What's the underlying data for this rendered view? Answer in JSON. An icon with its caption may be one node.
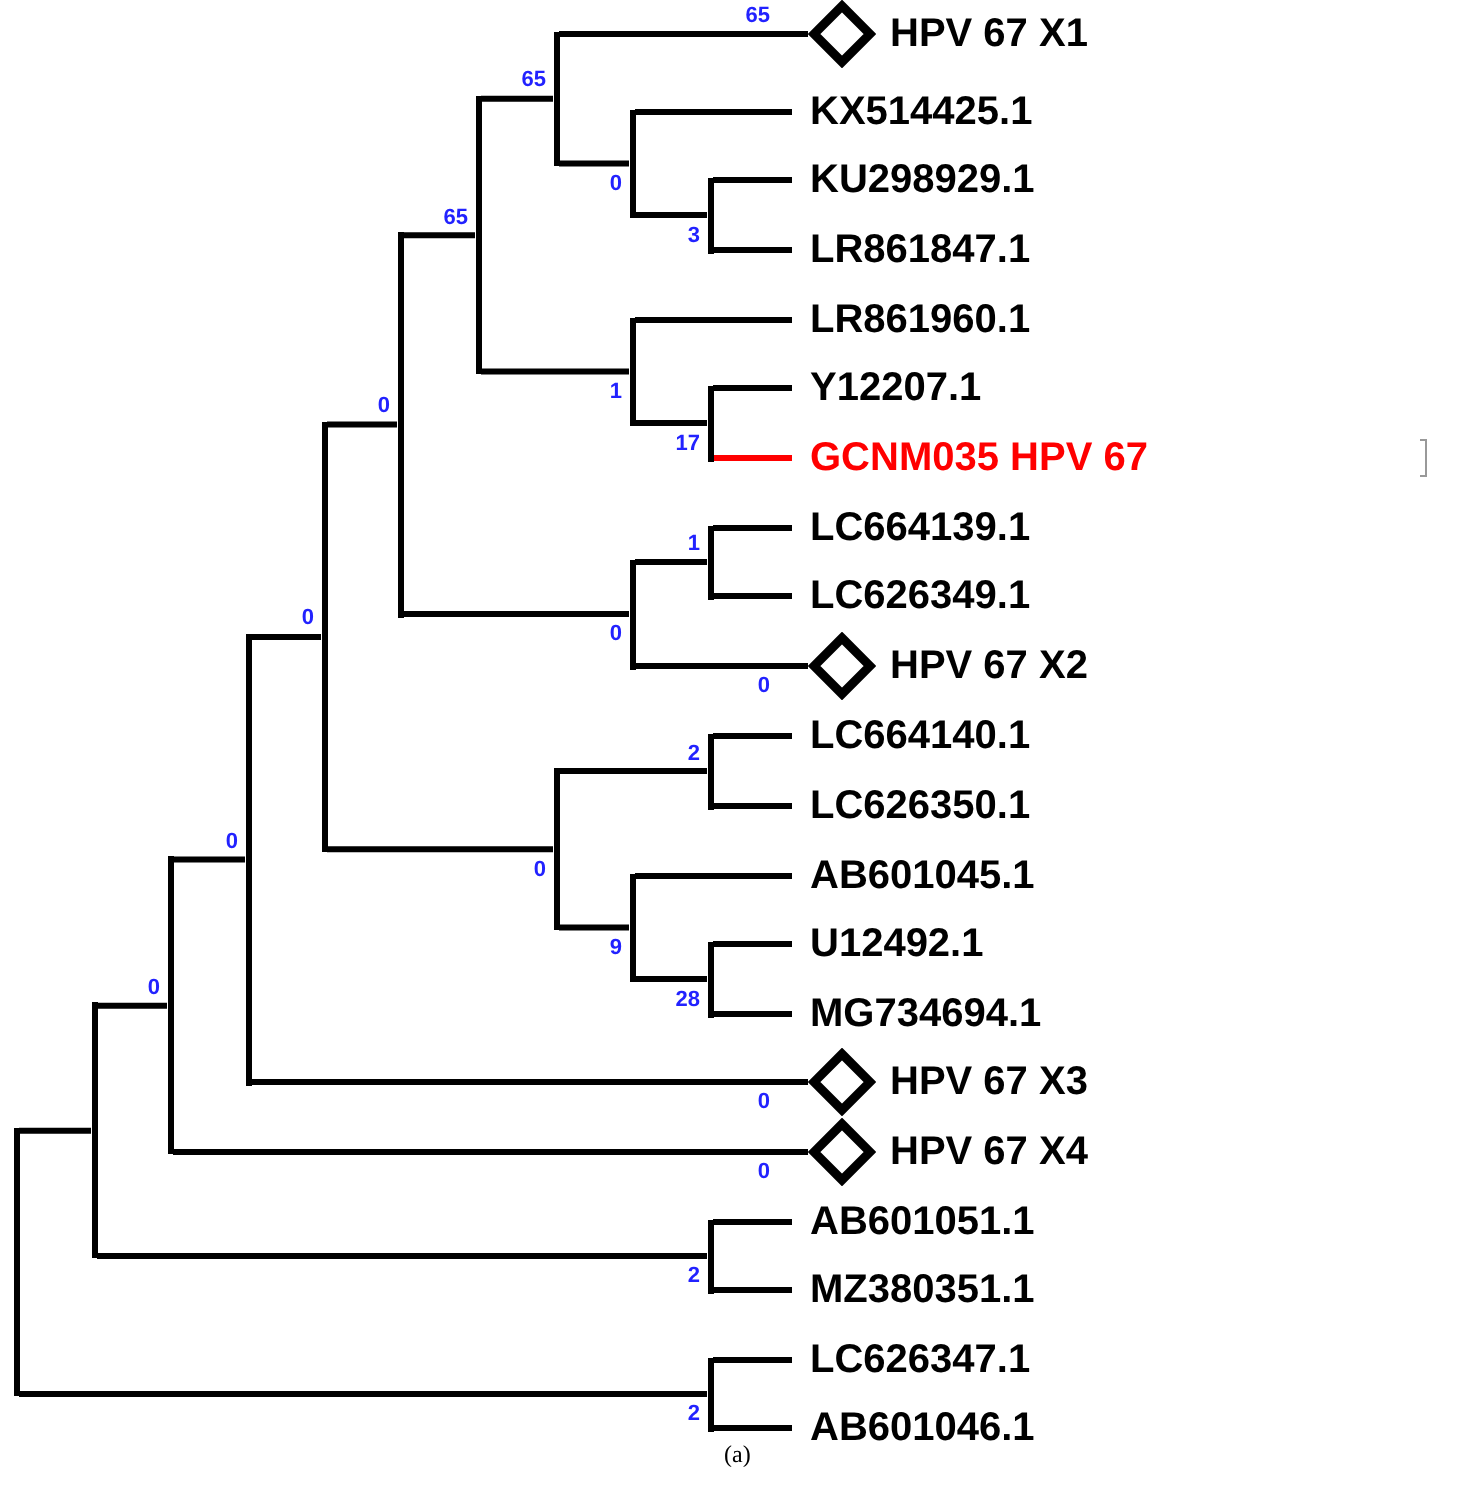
{
  "diagram": {
    "caption": "(a)",
    "nodes": [
      {
        "text": [],
        "shape": "diamond",
        "beside": [
          "HPV 67 X1"
        ]
      },
      {
        "text": [
          "KX514425.1"
        ]
      },
      {
        "text": [
          "KU298929.1"
        ]
      },
      {
        "text": [
          "LR861847.1"
        ]
      },
      {
        "text": [
          "LR861960.1"
        ]
      },
      {
        "text": [
          "Y12207.1"
        ]
      },
      {
        "text": [
          "GCNM035 HPV 67"
        ]
      },
      {
        "text": [
          "LC664139.1"
        ]
      },
      {
        "text": [
          "LC626349.1"
        ]
      },
      {
        "text": [],
        "shape": "diamond",
        "beside": [
          "HPV 67 X2"
        ]
      },
      {
        "text": [
          "LC664140.1"
        ]
      },
      {
        "text": [
          "LC626350.1"
        ]
      },
      {
        "text": [
          "AB601045.1"
        ]
      },
      {
        "text": [
          "U12492.1"
        ]
      },
      {
        "text": [
          "MG734694.1"
        ]
      },
      {
        "text": [],
        "shape": "diamond",
        "beside": [
          "HPV 67 X3"
        ]
      },
      {
        "text": [],
        "shape": "diamond",
        "beside": [
          "HPV 67 X4"
        ]
      },
      {
        "text": [
          "AB601051.1"
        ]
      },
      {
        "text": [
          "MZ380351.1"
        ]
      },
      {
        "text": [
          "LC626347.1"
        ]
      },
      {
        "text": [
          "AB601046.1"
        ]
      },
      {
        "text": [],
        "shape": "bar"
      },
      {
        "text": [],
        "shape": "bar"
      },
      {
        "text": [],
        "shape": "bar"
      },
      {
        "text": [],
        "shape": "bar"
      },
      {
        "text": [],
        "shape": "bar"
      },
      {
        "text": [],
        "shape": "bar"
      },
      {
        "text": [],
        "shape": "bar"
      },
      {
        "text": [],
        "shape": "bar"
      },
      {
        "text": [],
        "shape": "bar"
      },
      {
        "text": [],
        "shape": "bar"
      },
      {
        "text": [],
        "shape": "bar"
      },
      {
        "text": [],
        "shape": "bar"
      },
      {
        "text": [],
        "shape": "bar"
      },
      {
        "text": [],
        "shape": "bar"
      },
      {
        "text": [],
        "shape": "bar"
      },
      {
        "text": [],
        "shape": "bar"
      },
      {
        "text": [],
        "shape": "bar"
      },
      {
        "text": [],
        "shape": "bar"
      },
      {
        "text": [],
        "shape": "bar"
      },
      {
        "text": [],
        "shape": "bar"
      }
    ],
    "edges": [
      {
        "from": 21,
        "to": 22,
        "arrow": "none"
      },
      {
        "from": 21,
        "to": 40,
        "arrow": "none",
        "label": "2"
      },
      {
        "from": 22,
        "to": 23,
        "arrow": "none",
        "label": "0"
      },
      {
        "from": 22,
        "to": 39,
        "arrow": "none",
        "label": "2"
      },
      {
        "from": 23,
        "to": 24,
        "arrow": "none",
        "label": "0"
      },
      {
        "from": 23,
        "to": 16,
        "arrow": "none",
        "label": "0"
      },
      {
        "from": 24,
        "to": 25,
        "arrow": "none",
        "label": "0"
      },
      {
        "from": 24,
        "to": 15,
        "arrow": "none",
        "label": "0"
      },
      {
        "from": 25,
        "to": 26,
        "arrow": "none",
        "label": "0"
      },
      {
        "from": 25,
        "to": 35,
        "arrow": "none",
        "label": "0"
      },
      {
        "from": 26,
        "to": 27,
        "arrow": "none",
        "label": "65"
      },
      {
        "from": 26,
        "to": 33,
        "arrow": "none",
        "label": "0"
      },
      {
        "from": 27,
        "to": 28,
        "arrow": "none",
        "label": "65"
      },
      {
        "from": 27,
        "to": 31,
        "arrow": "none",
        "label": "1"
      },
      {
        "from": 28,
        "to": 0,
        "arrow": "none",
        "label": "65"
      },
      {
        "from": 28,
        "to": 29,
        "arrow": "none",
        "label": "0"
      },
      {
        "from": 29,
        "to": 1,
        "arrow": "none"
      },
      {
        "from": 29,
        "to": 30,
        "arrow": "none",
        "label": "3"
      },
      {
        "from": 30,
        "to": 2,
        "arrow": "none"
      },
      {
        "from": 30,
        "to": 3,
        "arrow": "none"
      },
      {
        "from": 31,
        "to": 4,
        "arrow": "none"
      },
      {
        "from": 31,
        "to": 32,
        "arrow": "none",
        "label": "17"
      },
      {
        "from": 32,
        "to": 5,
        "arrow": "none"
      },
      {
        "from": 32,
        "to": 6,
        "arrow": "none",
        "color": "#ff0000"
      },
      {
        "from": 33,
        "to": 34,
        "arrow": "none",
        "label": "1"
      },
      {
        "from": 33,
        "to": 9,
        "arrow": "none",
        "label": "0"
      },
      {
        "from": 34,
        "to": 7,
        "arrow": "none"
      },
      {
        "from": 34,
        "to": 8,
        "arrow": "none"
      },
      {
        "from": 35,
        "to": 36,
        "arrow": "none",
        "label": "2"
      },
      {
        "from": 35,
        "to": 37,
        "arrow": "none",
        "label": "9"
      },
      {
        "from": 36,
        "to": 10,
        "arrow": "none"
      },
      {
        "from": 36,
        "to": 11,
        "arrow": "none"
      },
      {
        "from": 37,
        "to": 12,
        "arrow": "none"
      },
      {
        "from": 37,
        "to": 38,
        "arrow": "none",
        "label": "28"
      },
      {
        "from": 38,
        "to": 13,
        "arrow": "none"
      },
      {
        "from": 38,
        "to": 14,
        "arrow": "none"
      },
      {
        "from": 39,
        "to": 17,
        "arrow": "none"
      },
      {
        "from": 39,
        "to": 18,
        "arrow": "none"
      },
      {
        "from": 40,
        "to": 19,
        "arrow": "none"
      },
      {
        "from": 40,
        "to": 20,
        "arrow": "none"
      }
    ]
  }
}
